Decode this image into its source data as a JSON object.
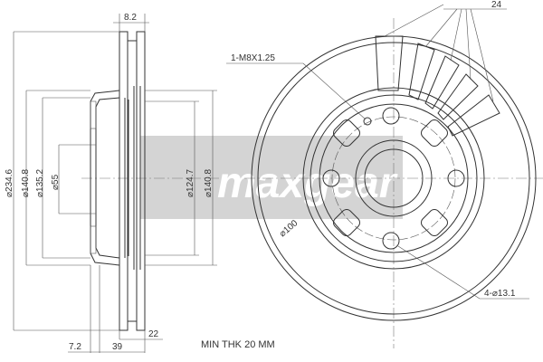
{
  "drawing": {
    "side_view": {
      "dims": {
        "width_top": "8.2",
        "d_outer": "⌀234.6",
        "d_hat_outer": "⌀140.8",
        "d_hat_inner": "⌀135.2",
        "d_center": "⌀55",
        "d_inner_right": "⌀124.7",
        "d_inner_right2": "⌀140.8",
        "thickness": "22",
        "offset": "7.2",
        "height": "39"
      }
    },
    "front_view": {
      "dims": {
        "vanes": "24",
        "thread": "1-M8X1.25",
        "pcd": "⌀100",
        "holes": "4-⌀13.1"
      }
    },
    "note": "MIN THK 20 MM",
    "watermark": {
      "text": "maxgear",
      "color": "#cccccc"
    }
  }
}
